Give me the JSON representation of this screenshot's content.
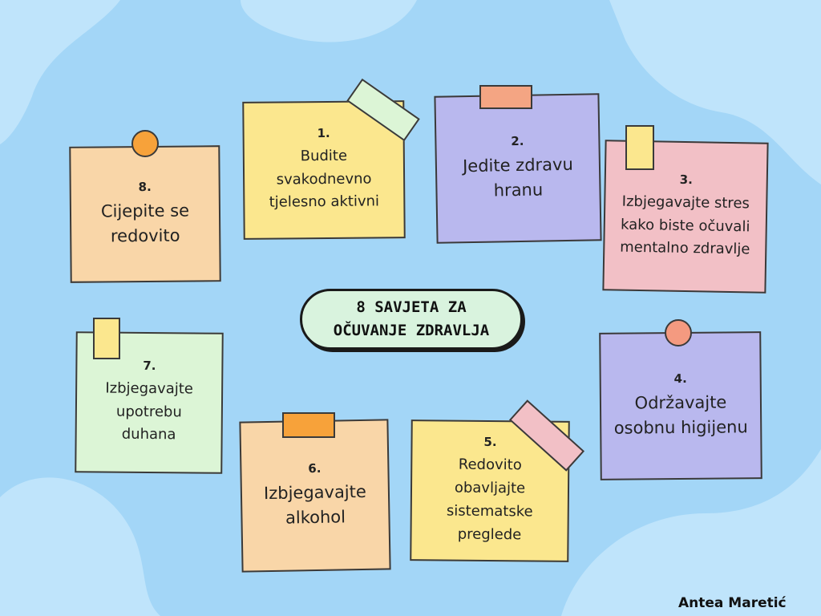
{
  "title": {
    "line1": "8 SAVJETA ZA",
    "line2": "OČUVANJE ZDRAVLJA"
  },
  "author": "Antea Maretić",
  "colors": {
    "background": "#a3d6f7",
    "yellow": "#fbe78e",
    "purple": "#b9b8ee",
    "pink": "#f2c0c6",
    "orange": "#f9d6a8",
    "green": "#dcf5d6",
    "pin_orange": "#f7a23a",
    "pin_salmon": "#f49a80"
  },
  "tips": [
    {
      "number": "1.",
      "text": "Budite svakodnevno tjelesno aktivni"
    },
    {
      "number": "2.",
      "text": "Jedite zdravu hranu"
    },
    {
      "number": "3.",
      "text": "Izbjegavajte stres kako biste očuvali mentalno zdravlje"
    },
    {
      "number": "4.",
      "text": "Održavajte osobnu higijenu"
    },
    {
      "number": "5.",
      "text": "Redovito obavljajte sistematske preglede"
    },
    {
      "number": "6.",
      "text": "Izbjegavajte alkohol"
    },
    {
      "number": "7.",
      "text": "Izbjegavajte upotrebu duhana"
    },
    {
      "number": "8.",
      "text": "Cijepite se redovito"
    }
  ]
}
